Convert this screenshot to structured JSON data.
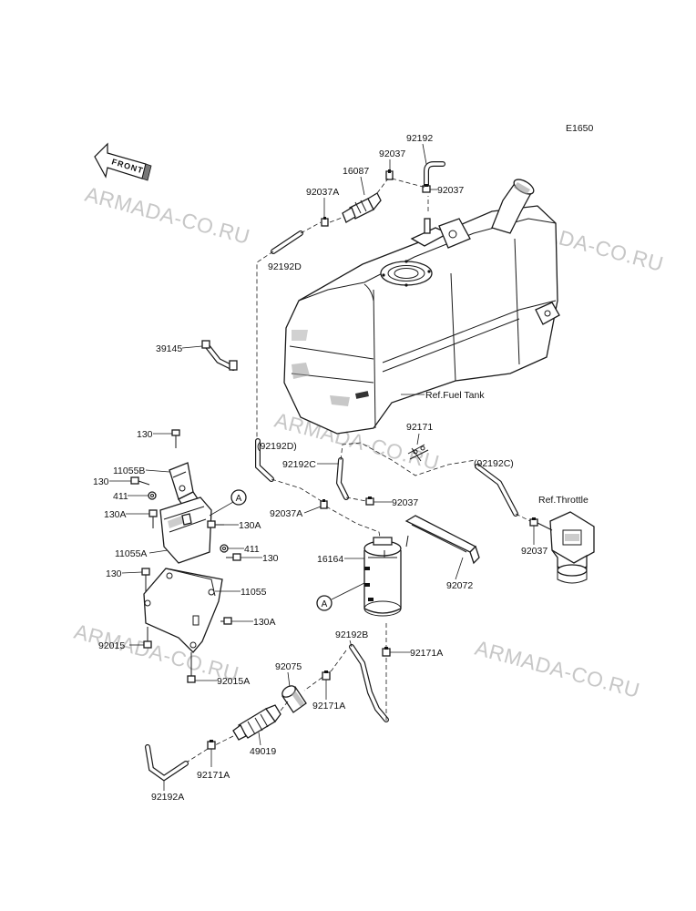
{
  "diagram_code": "E1650",
  "front_arrow_label": "FRONT",
  "watermark": "ARMADA-CO.RU",
  "labels": {
    "p92192": "92192",
    "p92037_top": "92037",
    "p16087": "16087",
    "p92037A_top": "92037A",
    "p92037_right": "92037",
    "p92192D": "92192D",
    "p39145": "39145",
    "ref_fuel_tank": "Ref.Fuel Tank",
    "p92171": "92171",
    "p92192D_paren": "(92192D)",
    "p92192C": "92192C",
    "p92192C_paren": "(92192C)",
    "ref_throttle": "Ref.Throttle",
    "p92037_mid": "92037",
    "p92037A_mid": "92037A",
    "p92037_throttle": "92037",
    "p16164": "16164",
    "p92072": "92072",
    "callout_a1": "A",
    "callout_a2": "A",
    "p130_1": "130",
    "p11055B": "11055B",
    "p130_2": "130",
    "p411_1": "411",
    "p130A_1": "130A",
    "p130A_2": "130A",
    "p411_2": "411",
    "p130_3": "130",
    "p11055A": "11055A",
    "p130_4": "130",
    "p11055": "11055",
    "p130A_3": "130A",
    "p92015": "92015",
    "p92015A": "92015A",
    "p92192B": "92192B",
    "p92171A_1": "92171A",
    "p92075": "92075",
    "p92171A_2": "92171A",
    "p49019": "49019",
    "p92171A_3": "92171A",
    "p92192A": "92192A"
  }
}
